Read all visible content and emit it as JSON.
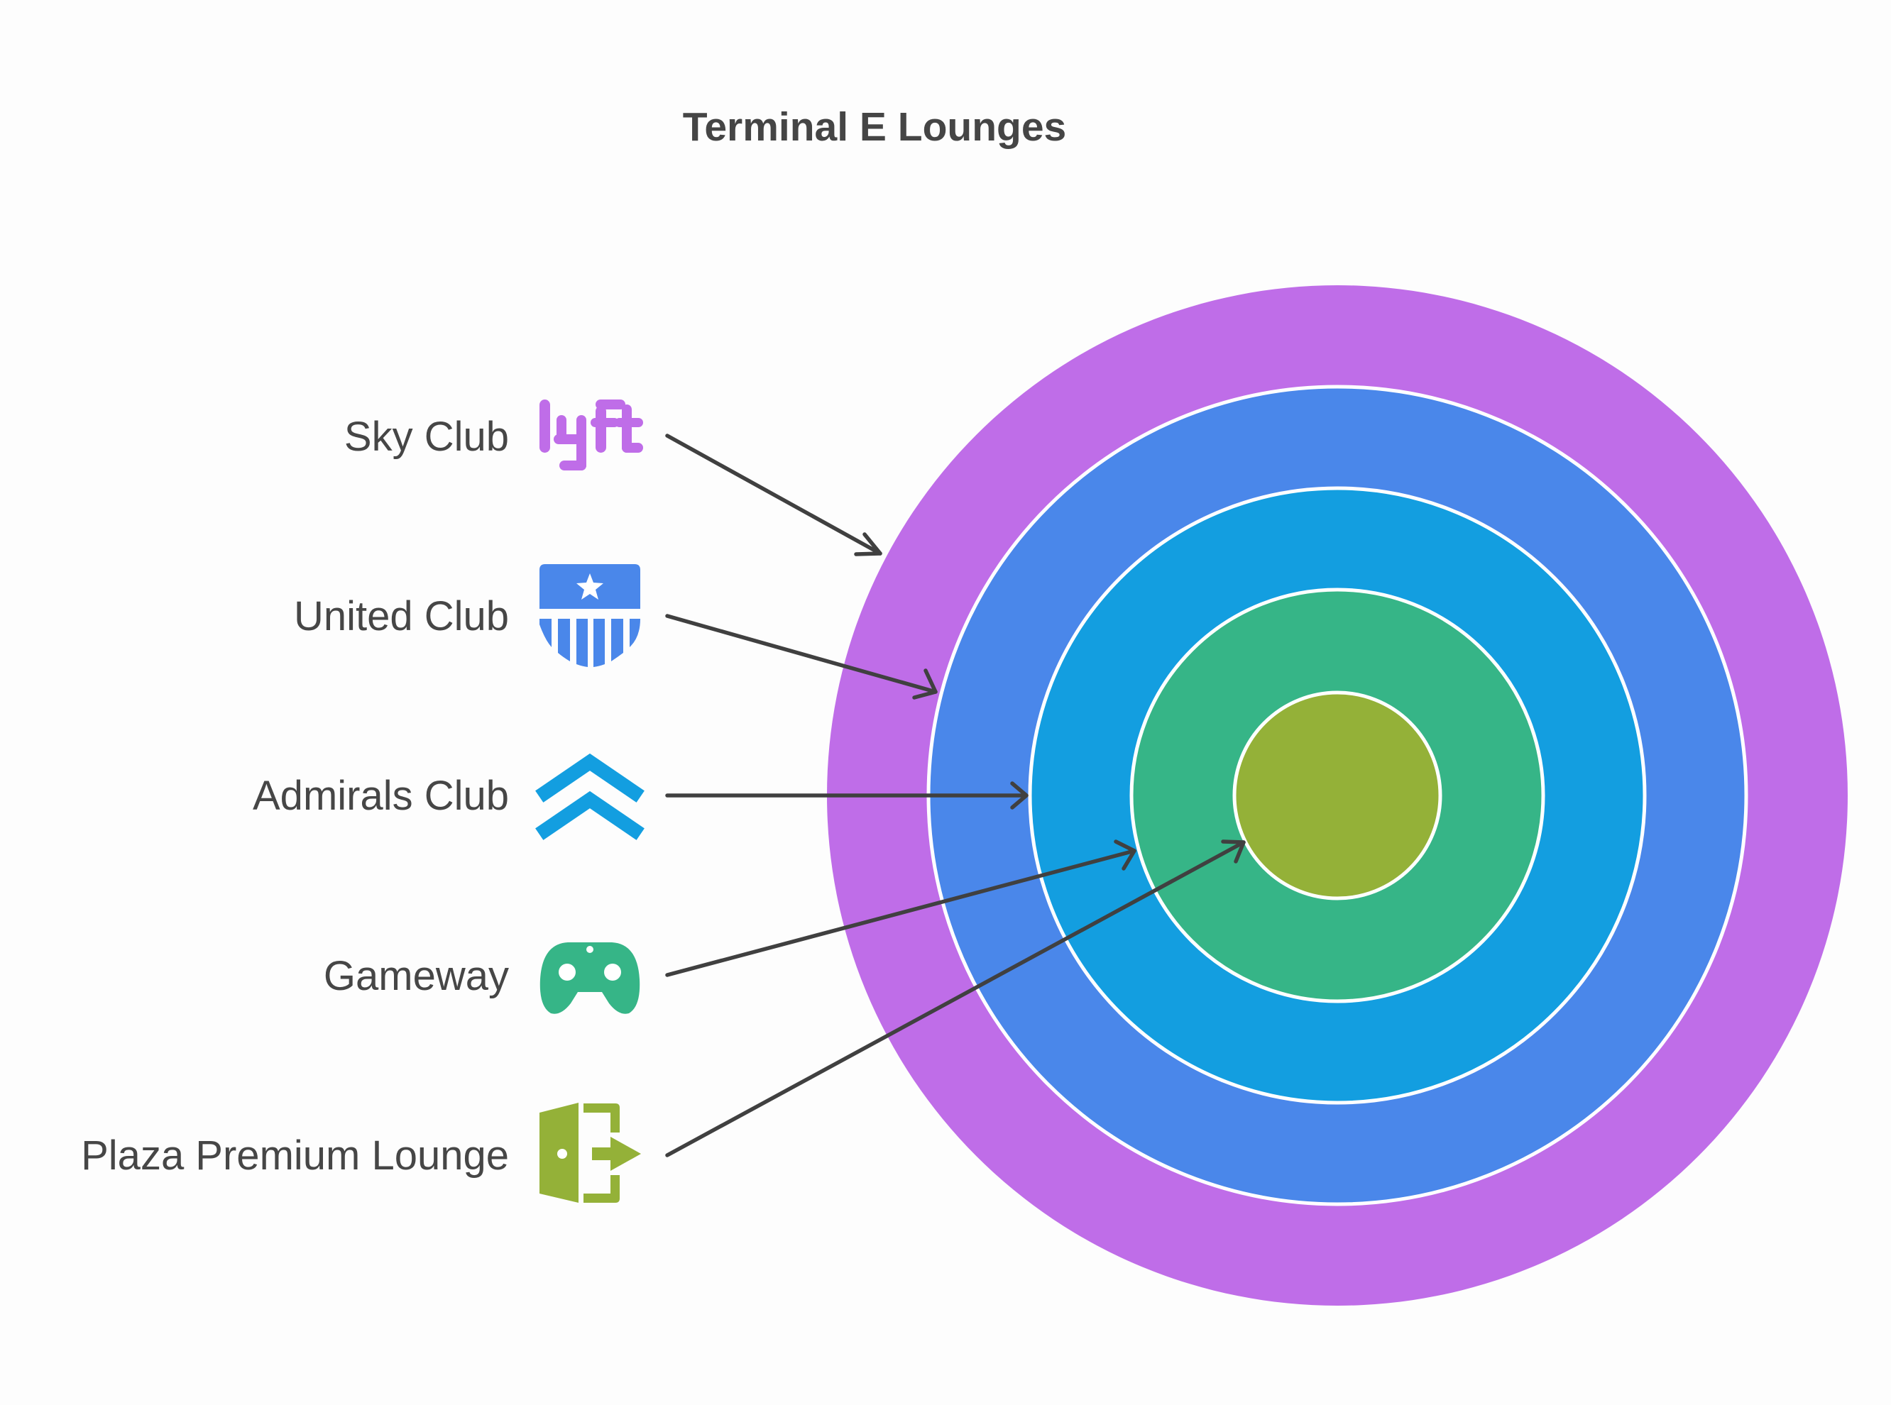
{
  "title": "Terminal E Lounges",
  "colors": {
    "background": "#fdfdfd",
    "text": "#464646",
    "arrow": "#404040",
    "ring_separator": "#ffffff"
  },
  "items": [
    {
      "label": "Sky Club",
      "icon": "lyft-logo-icon",
      "color": "#bf6de8"
    },
    {
      "label": "United Club",
      "icon": "shield-star-icon",
      "color": "#4a87ea"
    },
    {
      "label": "Admirals Club",
      "icon": "double-chevron-up-icon",
      "color": "#139ee0"
    },
    {
      "label": "Gameway",
      "icon": "gamepad-icon",
      "color": "#36b587"
    },
    {
      "label": "Plaza Premium Lounge",
      "icon": "exit-door-icon",
      "color": "#94b138"
    }
  ]
}
